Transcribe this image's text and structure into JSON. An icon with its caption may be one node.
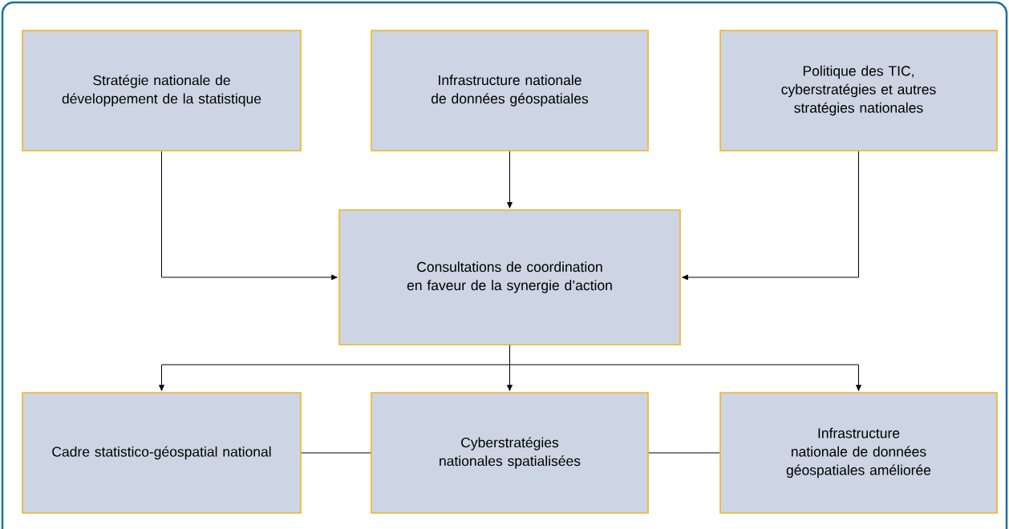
{
  "diagram": {
    "nodes": [
      {
        "text": [
          "Stratégie nationale de développement de la statistique"
        ]
      },
      {
        "text": [
          "Infrastructure nationale de données géospatiales"
        ]
      },
      {
        "text": [
          "Politique des TIC, cyberstratégies et autres stratégies nationales"
        ]
      },
      {
        "text": [
          "Consultations de coordination en faveur de la synergie d’action"
        ]
      },
      {
        "text": [
          "Cadre statistico-géospatial national"
        ]
      },
      {
        "text": [
          "Cyberstratégies nationales spatialisées"
        ]
      },
      {
        "text": [
          "Infrastructure nationale de données géospatiales améliorée"
        ]
      }
    ],
    "edges": [
      {
        "from": 0,
        "to": 3,
        "arrow": "to"
      },
      {
        "from": 1,
        "to": 3,
        "arrow": "to"
      },
      {
        "from": 2,
        "to": 3,
        "arrow": "to"
      },
      {
        "from": 3,
        "to": 4,
        "arrow": "to"
      },
      {
        "from": 3,
        "to": 5,
        "arrow": "to"
      },
      {
        "from": 3,
        "to": 6,
        "arrow": "to"
      },
      {
        "from": 4,
        "to": 5,
        "arrow": "none"
      },
      {
        "from": 5,
        "to": 6,
        "arrow": "none"
      }
    ]
  }
}
